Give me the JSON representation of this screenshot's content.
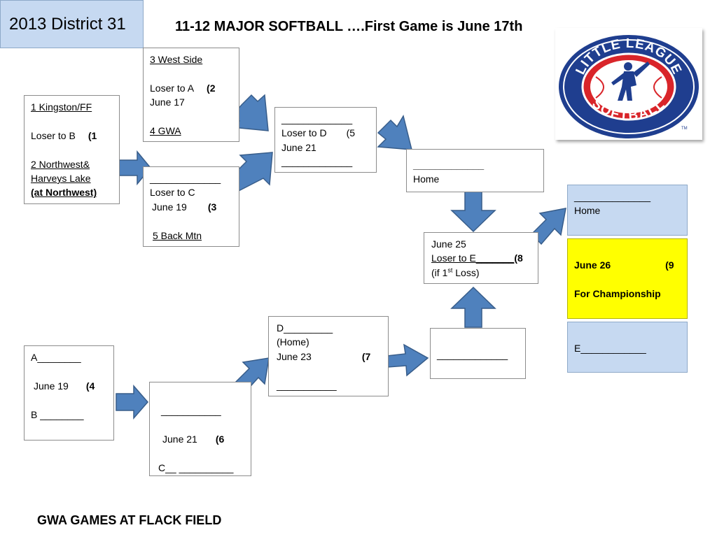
{
  "header": {
    "district": "2013 District 31",
    "title": "11-12 MAJOR SOFTBALL ….First Game is June 17th"
  },
  "footer": "GWA GAMES AT FLACK FIELD",
  "logo": {
    "top_text": "LITTLE LEAGUE",
    "bottom_text": "SOFTBALL",
    "tm": "TM",
    "colors": {
      "ring": "#1f3e8f",
      "field": "#d9252a",
      "accent": "#ffffff"
    }
  },
  "boxes": {
    "game1": {
      "team1": "1 Kingston/FF",
      "loser": "Loser to B",
      "num": "(1",
      "team2a": "2 Northwest&",
      "team2b": "Harveys Lake",
      "site": "(at Northwest)"
    },
    "game2": {
      "team1": "3 West Side",
      "loser": "Loser to A",
      "num": "(2",
      "date": "June 17",
      "team2": "4 GWA"
    },
    "game3": {
      "blank": "_____________",
      "loser": "Loser to C",
      "date": "June 19",
      "num": "(3",
      "team": "5 Back Mtn"
    },
    "game5": {
      "blank1": "_____________",
      "loser": "Loser to D",
      "num": "(5",
      "date": "June 21",
      "blank2": "_____________"
    },
    "winner_home": {
      "blank": "_____________",
      "home": "Home"
    },
    "game8": {
      "date": "June 25",
      "loser": "Loser to E_______",
      "num": "(8",
      "note_pre": "(if 1",
      "note_sup": "st",
      "note_post": " Loss)"
    },
    "final_home": {
      "blank": "______________",
      "home": "Home"
    },
    "game9": {
      "date": "June 26",
      "num": "(9",
      "label": "For Championship"
    },
    "final_away": {
      "text": "E____________"
    },
    "game4": {
      "a": "A________",
      "date": "June 19",
      "num": "(4",
      "b": "B ________"
    },
    "game6": {
      "blank": "___________",
      "date": "June 21",
      "num": "(6",
      "c": "C__ __________"
    },
    "game7": {
      "d": "D_________",
      "home": "(Home)",
      "date": "June 23",
      "num": "(7",
      "blank": "___________"
    },
    "loser_winner": {
      "blank": "_____________"
    }
  },
  "colors": {
    "arrow_fill": "#4f81bd",
    "arrow_stroke": "#385d8a",
    "blue_box": "#c6d9f1",
    "yellow_box": "#ffff00"
  }
}
